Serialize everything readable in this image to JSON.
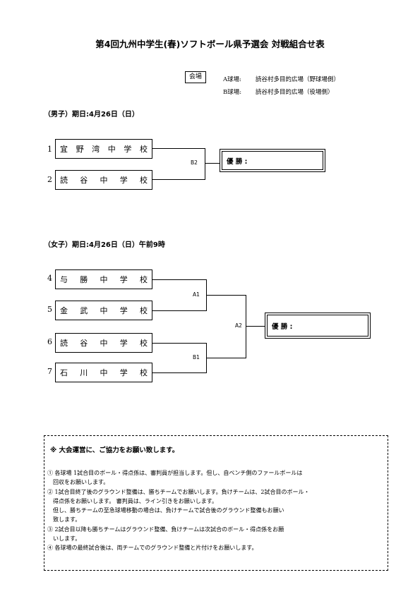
{
  "title": "第4回九州中学生(春)ソフトボール県予選会 対戦組合せ表",
  "venue": {
    "label": "会場",
    "lines": [
      {
        "name": "A球場:",
        "place": "読谷村多目的広場（野球場側）"
      },
      {
        "name": "B球場:",
        "place": "読谷村多目的広場（役場側）"
      }
    ]
  },
  "boys": {
    "heading": "（男子）期日:4月26日（日）",
    "teams": [
      {
        "seed": "1",
        "chars": [
          "宜",
          "野",
          "湾",
          "中",
          "学",
          "校"
        ]
      },
      {
        "seed": "2",
        "chars": [
          "読",
          "谷",
          "中",
          "学",
          "校"
        ]
      }
    ],
    "match": "B2",
    "champion_label": "優 勝 :"
  },
  "girls": {
    "heading": "（女子）期日:4月26日（日）午前9時",
    "teams": [
      {
        "seed": "4",
        "chars": [
          "与",
          "勝",
          "中",
          "学",
          "校"
        ]
      },
      {
        "seed": "5",
        "chars": [
          "金",
          "武",
          "中",
          "学",
          "校"
        ]
      },
      {
        "seed": "6",
        "chars": [
          "読",
          "谷",
          "中",
          "学",
          "校"
        ]
      },
      {
        "seed": "7",
        "chars": [
          "石",
          "川",
          "中",
          "学",
          "校"
        ]
      }
    ],
    "matches": {
      "semi1": "A1",
      "semi2": "B1",
      "final": "A2"
    },
    "champion_label": "優 勝 :"
  },
  "notice": {
    "heading": "※ 大会運営に、ご協力をお願い致します。",
    "lines": [
      "① 各球場 1試合目のボール・得点係は、審判員が担当します。但し、自ベンチ側のファールボールは",
      "　回収をお願いします。",
      "② 1試合目終了後のグラウンド整備は、勝ちチームでお願いします。負けチームは、2試合目のボール・",
      "　得点係をお願いします。 審判員は、ライン引きをお願いします。",
      "　但し、勝ちチームの至急球場移動の場合は、負けチームで試合後のグラウンド整備もお願い",
      "　致します。",
      "③ 2試合目以降も勝ちチームはグラウンド整備、負けチームは次試合のボール・得点係をお願",
      "　いします。",
      "④ 各球場の最終試合後は、両チームでのグラウンド整備と片付けをお願いします。"
    ]
  }
}
